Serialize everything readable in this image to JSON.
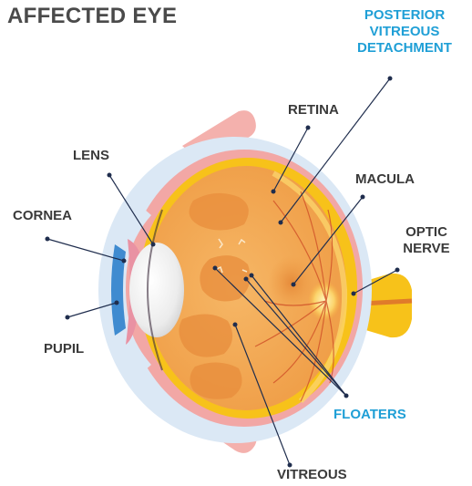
{
  "title": "AFFECTED EYE",
  "labels": {
    "pvd": [
      "POSTERIOR",
      "VITREOUS",
      "DETACHMENT"
    ],
    "retina": "RETINA",
    "lens": "LENS",
    "macula": "MACULA",
    "cornea": "CORNEA",
    "optic_nerve": [
      "OPTIC",
      "NERVE"
    ],
    "pupil": "PUPIL",
    "floaters": "FLOATERS",
    "vitreous": "VITREOUS"
  },
  "colors": {
    "text": "#3a3a3a",
    "accent": "#1f9fd6",
    "leader": "#1f2d4d",
    "sclera_outer": "#dbe8f5",
    "retina_pink": "#f2a7a5",
    "yellow_layer": "#f7c21a",
    "vitreous_orange": "#f1a551",
    "lens_white": "#f2f2f2",
    "iris_blue": "#3f8bd0"
  }
}
